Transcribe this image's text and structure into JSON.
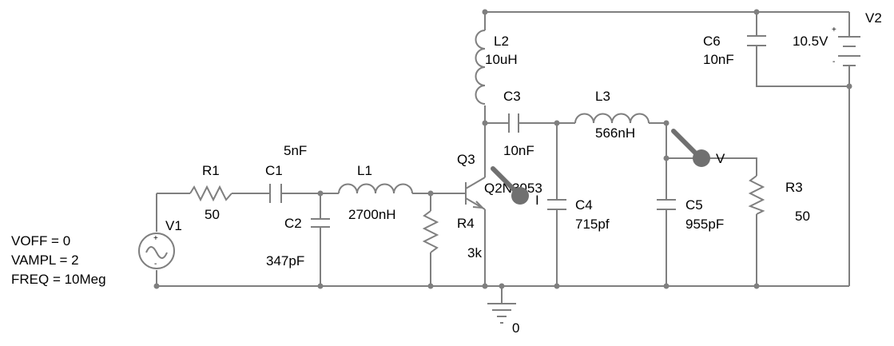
{
  "colors": {
    "wire": "#7f7f7f",
    "text": "#000000",
    "probe": "#707070",
    "background": "#ffffff"
  },
  "components": {
    "v1": {
      "ref": "V1",
      "voff": "VOFF = 0",
      "vampl": "VAMPL = 2",
      "freq": "FREQ = 10Meg"
    },
    "r1": {
      "ref": "R1",
      "value": "50"
    },
    "c1": {
      "ref": "C1",
      "value": "5nF"
    },
    "c2": {
      "ref": "C2",
      "value": "347pF"
    },
    "l1": {
      "ref": "L1",
      "value": "2700nH"
    },
    "r4": {
      "ref": "R4",
      "value": "3k"
    },
    "q3": {
      "ref": "Q3",
      "model": "Q2N3053"
    },
    "l2": {
      "ref": "L2",
      "value": "10uH"
    },
    "c3": {
      "ref": "C3",
      "value": "10nF"
    },
    "l3": {
      "ref": "L3",
      "value": "566nH"
    },
    "c4": {
      "ref": "C4",
      "value": "715pf"
    },
    "c5": {
      "ref": "C5",
      "value": "955pF"
    },
    "r3": {
      "ref": "R3",
      "value": "50"
    },
    "c6": {
      "ref": "C6",
      "value": "10nF"
    },
    "v2": {
      "ref": "V2",
      "value": "10.5V",
      "plus": "+",
      "minus": "-"
    }
  },
  "ground": {
    "label": "0"
  },
  "probes": {
    "current": "I",
    "voltage": "V"
  },
  "source_symbols": {
    "plus": "+",
    "minus": "-"
  }
}
